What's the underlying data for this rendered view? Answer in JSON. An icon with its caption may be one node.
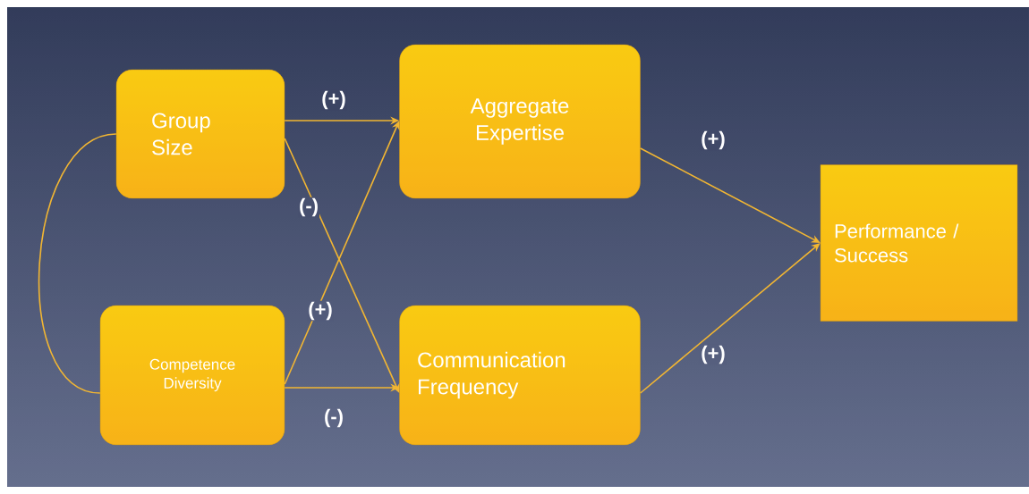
{
  "diagram": {
    "nodes": [
      {
        "text": [
          "Group Size"
        ]
      },
      {
        "text": [
          "Competence Diversity"
        ]
      },
      {
        "text": [
          "Aggregate Expertise"
        ]
      },
      {
        "text": [
          "Communication Frequency"
        ]
      },
      {
        "text": [
          "Performance / Success"
        ]
      }
    ],
    "edges": [
      {
        "from": 0,
        "to": 2,
        "arrow": "to",
        "label": "(+)"
      },
      {
        "from": 0,
        "to": 3,
        "arrow": "to",
        "label": "(-)"
      },
      {
        "from": 1,
        "to": 2,
        "arrow": "to",
        "label": "(+)"
      },
      {
        "from": 1,
        "to": 3,
        "arrow": "to",
        "label": "(-)"
      },
      {
        "from": 2,
        "to": 4,
        "arrow": "to",
        "label": "(+)"
      },
      {
        "from": 3,
        "to": 4,
        "arrow": "to",
        "label": "(+)"
      },
      {
        "from": 0,
        "to": 1,
        "arrow": "none"
      }
    ]
  }
}
